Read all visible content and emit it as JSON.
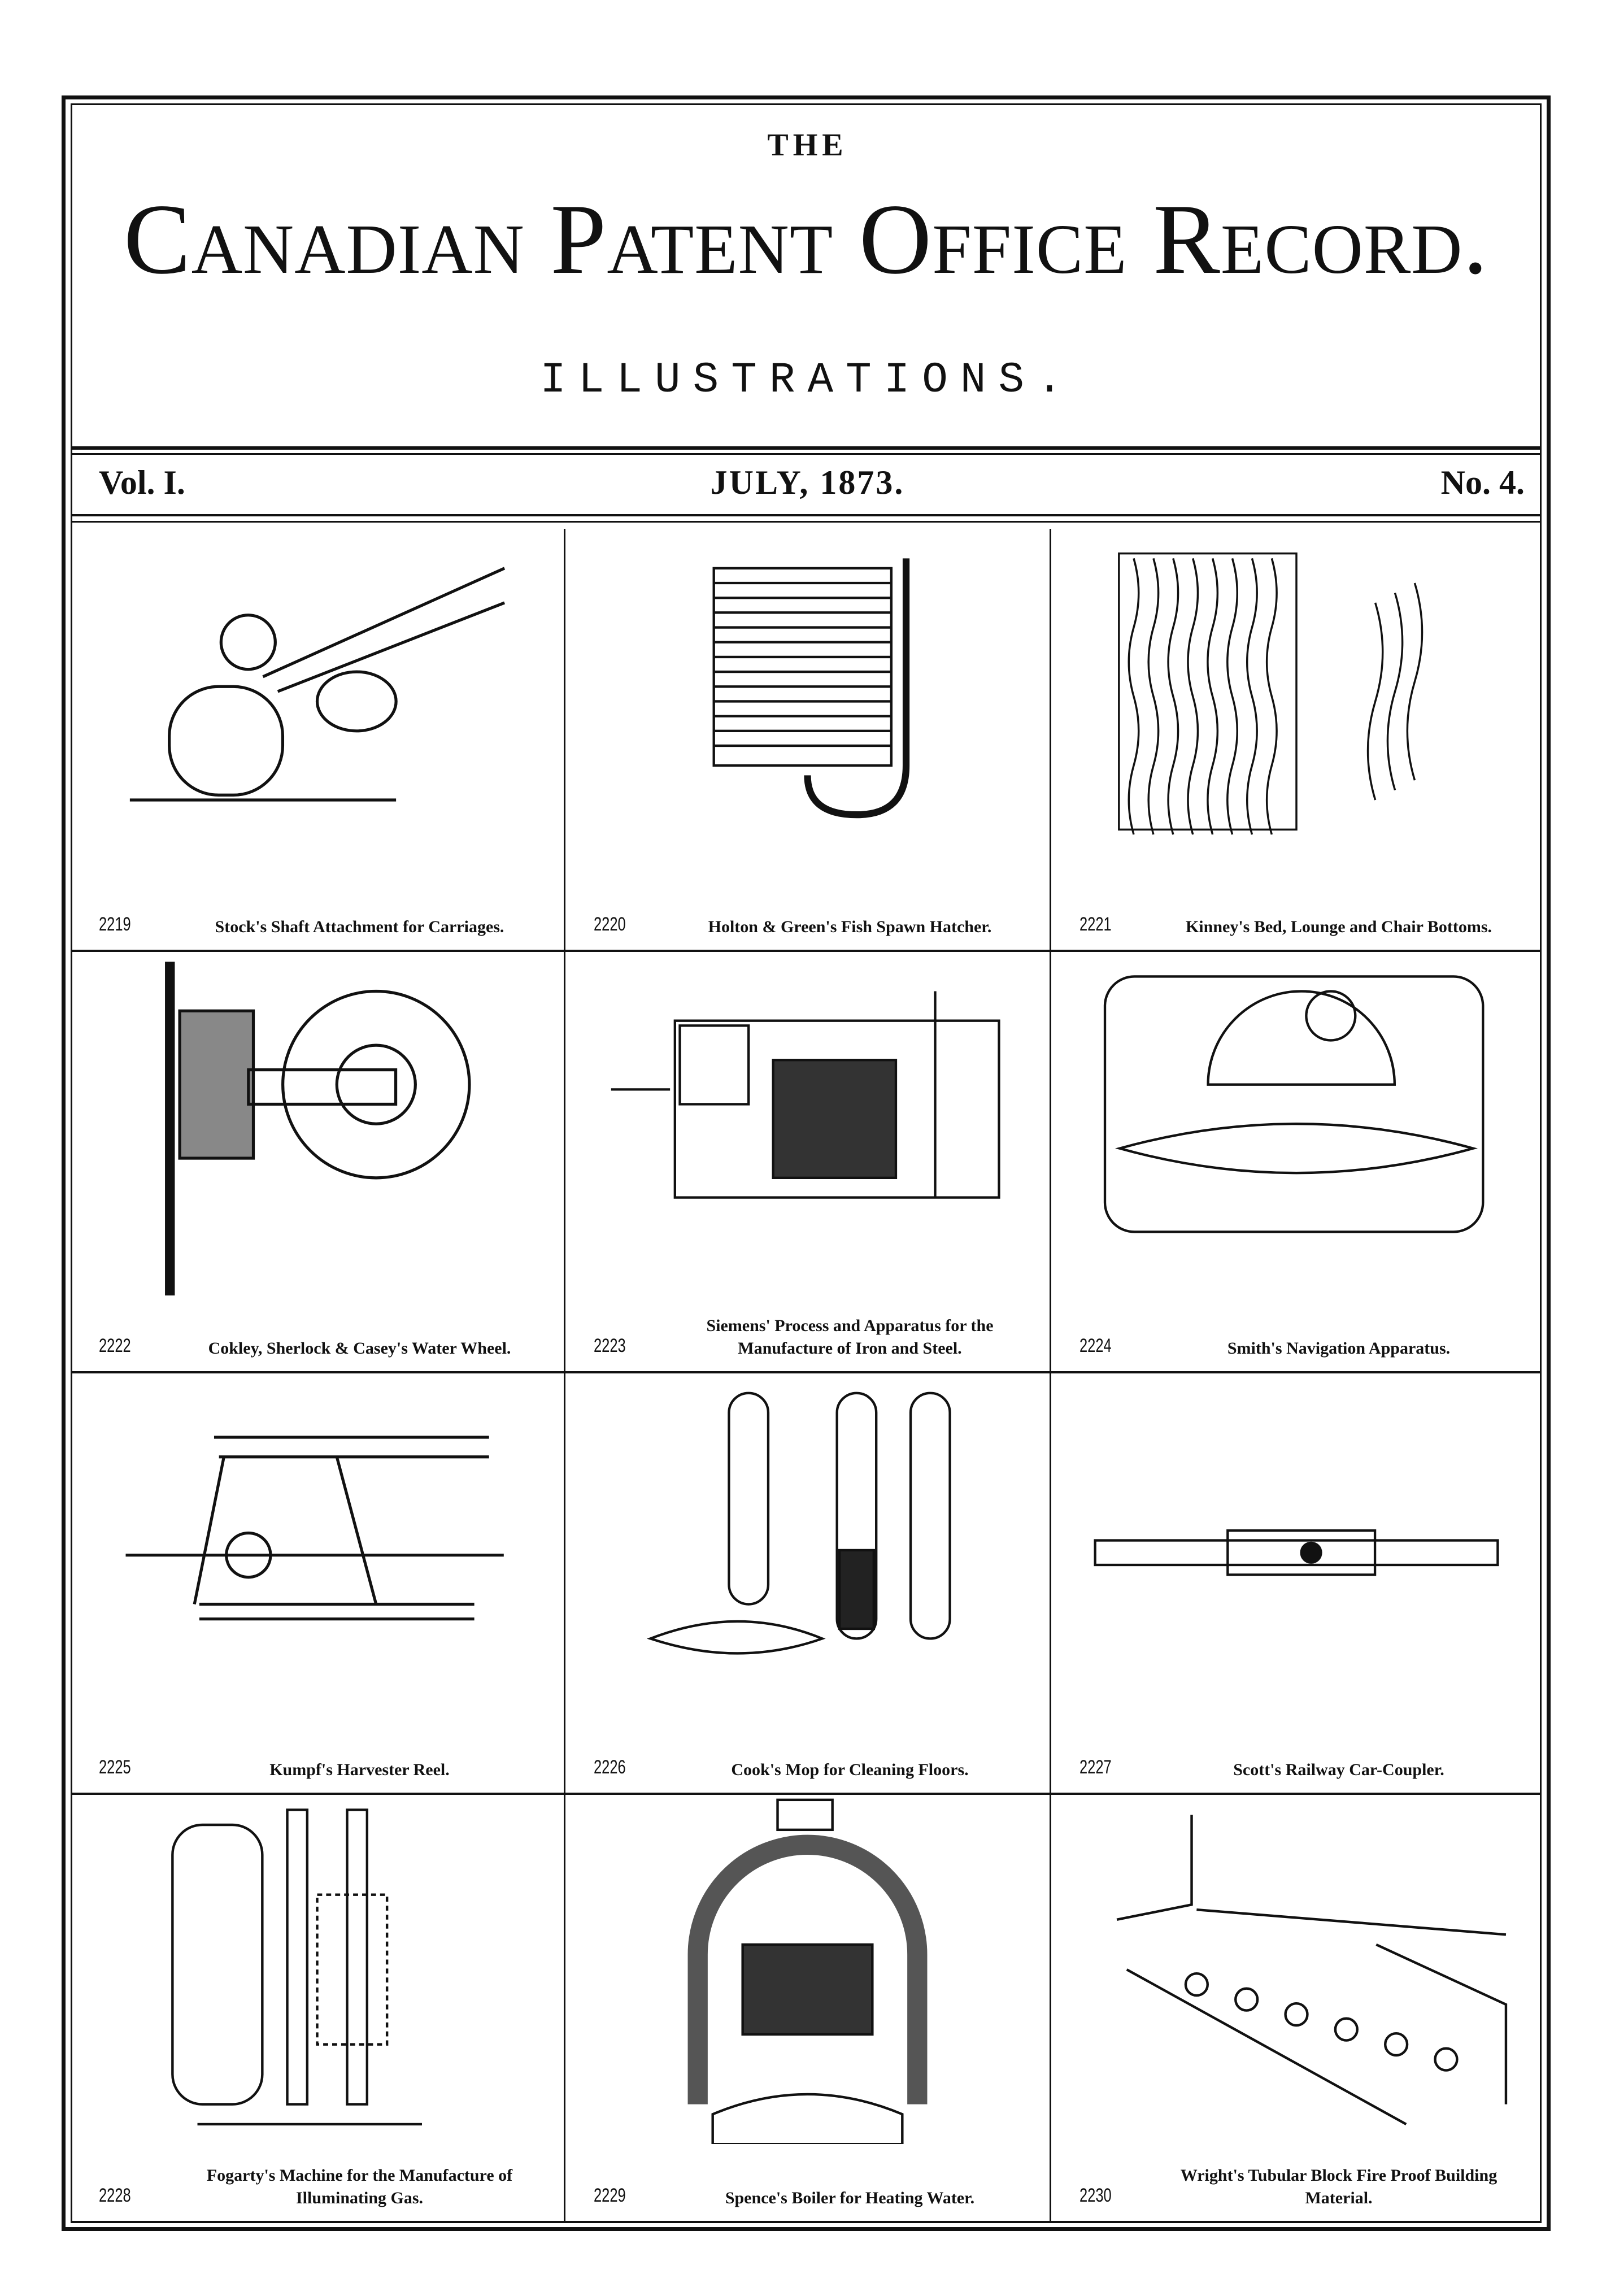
{
  "header": {
    "the": "THE",
    "title": "Canadian Patent Office Record.",
    "subtitle": "ILLUSTRATIONS."
  },
  "issue": {
    "volume": "Vol. I.",
    "date": "JULY, 1873.",
    "number": "No. 4."
  },
  "figures": [
    {
      "number": "2219",
      "caption": "Stock's Shaft Attachment for Carriages."
    },
    {
      "number": "2220",
      "caption": "Holton & Green's Fish Spawn Hatcher."
    },
    {
      "number": "2221",
      "caption": "Kinney's Bed, Lounge and Chair Bottoms."
    },
    {
      "number": "2222",
      "caption": "Cokley, Sherlock & Casey's Water Wheel."
    },
    {
      "number": "2223",
      "caption": "Siemens' Process and Apparatus for the Manufacture of Iron and Steel."
    },
    {
      "number": "2224",
      "caption": "Smith's Navigation Apparatus."
    },
    {
      "number": "2225",
      "caption": "Kumpf's Harvester Reel."
    },
    {
      "number": "2226",
      "caption": "Cook's Mop for Cleaning Floors."
    },
    {
      "number": "2227",
      "caption": "Scott's Railway Car-Coupler."
    },
    {
      "number": "2228",
      "caption": "Fogarty's Machine for the Manufacture of Illuminating Gas."
    },
    {
      "number": "2229",
      "caption": "Spence's Boiler for Heating Water."
    },
    {
      "number": "2230",
      "caption": "Wright's Tubular Block Fire Proof Building Material."
    }
  ]
}
